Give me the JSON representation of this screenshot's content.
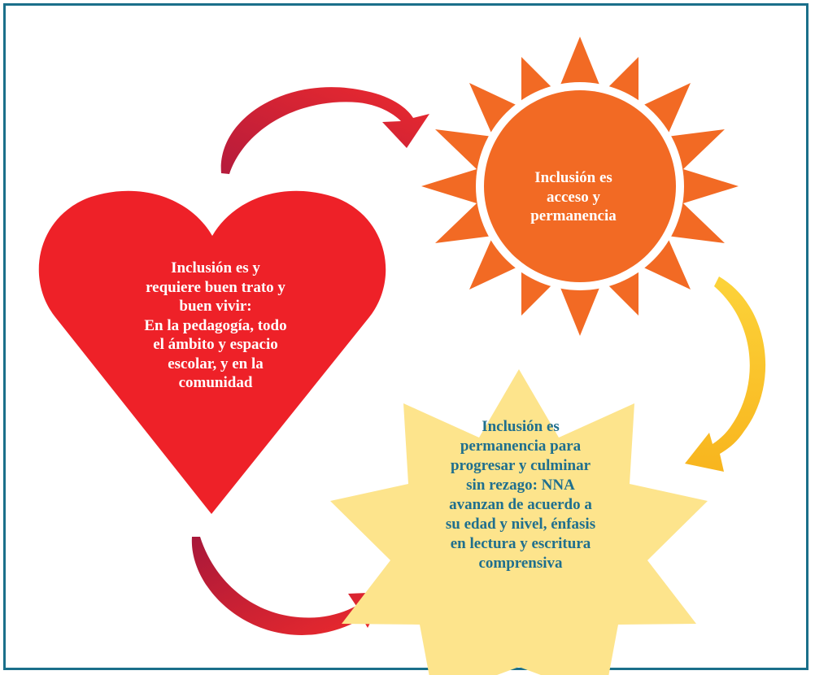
{
  "colors": {
    "frame_border": "#1a6f8a",
    "heart": "#ee2128",
    "sun": "#f26a24",
    "star": "#fde48c",
    "star_text": "#1f6f8e",
    "arrow_red": "#c81e3a",
    "arrow_yellow": "#fcc42a"
  },
  "nodes": {
    "sun": {
      "shape": "sun",
      "lines": [
        "Inclusión es",
        "acceso y",
        "permanencia"
      ]
    },
    "heart": {
      "shape": "heart",
      "lines": [
        "Inclusión es y",
        "requiere buen trato y",
        "buen vivir:",
        "En la pedagogía, todo",
        "el ámbito y espacio",
        "escolar, y en la",
        "comunidad"
      ]
    },
    "star": {
      "shape": "eight-point-star",
      "lines": [
        "Inclusión es",
        "permanencia para",
        "progresar y culminar",
        "sin rezago: NNA",
        "avanzan de acuerdo a",
        "su edad y nivel, énfasis",
        "en lectura y escritura",
        "comprensiva"
      ]
    }
  },
  "arrows": [
    {
      "from": "heart",
      "to": "sun",
      "color": "arrow_red"
    },
    {
      "from": "sun",
      "to": "star",
      "color": "arrow_yellow"
    },
    {
      "from": "heart",
      "to": "star",
      "color": "arrow_red"
    }
  ]
}
